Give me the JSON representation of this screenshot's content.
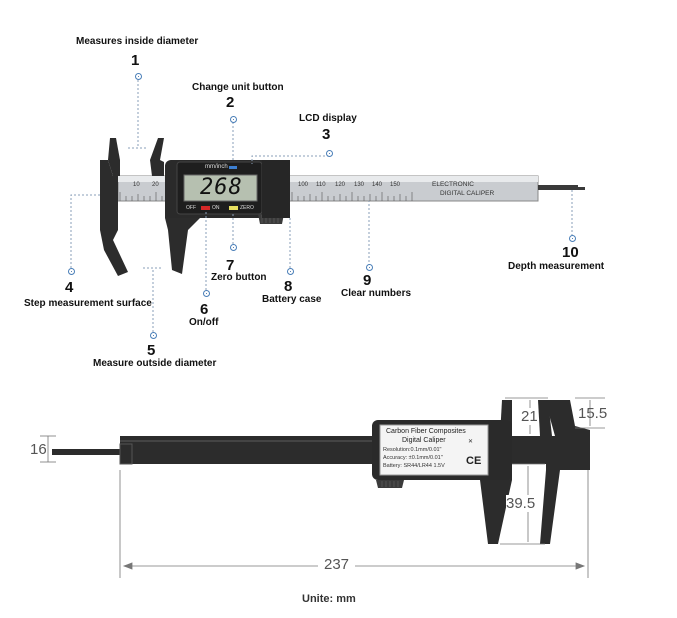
{
  "callouts": [
    {
      "n": "1",
      "label": "Measures inside diameter"
    },
    {
      "n": "2",
      "label": "Change unit button"
    },
    {
      "n": "3",
      "label": "LCD display"
    },
    {
      "n": "4",
      "label": "Step measurement surface"
    },
    {
      "n": "5",
      "label": "Measure outside diameter"
    },
    {
      "n": "6",
      "label": "On/off"
    },
    {
      "n": "7",
      "label": "Zero button"
    },
    {
      "n": "8",
      "label": "Battery case"
    },
    {
      "n": "9",
      "label": "Clear numbers"
    },
    {
      "n": "10",
      "label": "Depth measurement"
    }
  ],
  "lcd": {
    "reading": "268",
    "unit_label": "mm/inch",
    "off": "OFF",
    "on": "ON",
    "zero": "ZERO"
  },
  "beam": {
    "line1": "ELECTRONIC",
    "line2": "DIGITAL CALIPER",
    "scale_numbers": [
      "10",
      "20",
      "100",
      "110",
      "120",
      "130",
      "140",
      "150"
    ]
  },
  "back_label": {
    "line1": "Carbon Fiber Composites",
    "line2": "Digital Caliper",
    "line3": "Resolution:0.1mm/0.01\"",
    "line4": "Accuracy: ±0.1mm/0.01\"",
    "line5": "Battery: SR44/LR44 1.5V",
    "ce": "CE"
  },
  "dimensions": {
    "d16": "16",
    "d21": "21",
    "d155": "15.5",
    "d395": "39.5",
    "d237": "237"
  },
  "unit_note": "Unite: mm"
}
